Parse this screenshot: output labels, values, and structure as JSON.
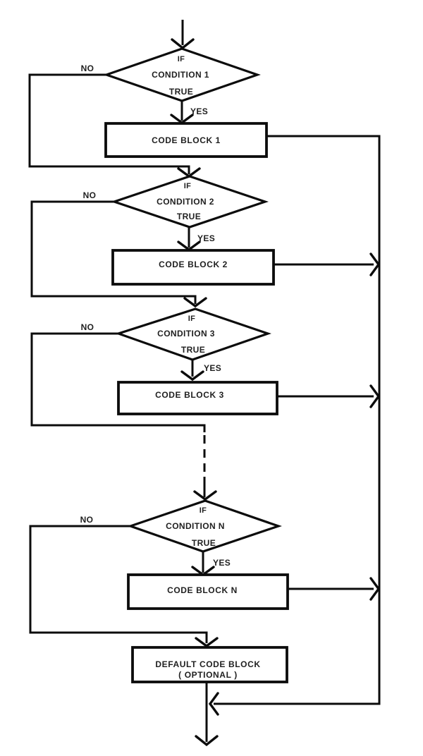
{
  "diagram_type": "if-else-if ladder flowchart",
  "sections": [
    {
      "no": "NO",
      "if_label": "IF",
      "condition": "CONDITION 1",
      "true_label": "TRUE",
      "yes": "YES",
      "block": "CODE BLOCK 1"
    },
    {
      "no": "NO",
      "if_label": "IF",
      "condition": "CONDITION 2",
      "true_label": "TRUE",
      "yes": "YES",
      "block": "CODE BLOCK 2"
    },
    {
      "no": "NO",
      "if_label": "IF",
      "condition": "CONDITION 3",
      "true_label": "TRUE",
      "yes": "YES",
      "block": "CODE BLOCK 3"
    },
    {
      "no": "NO",
      "if_label": "IF",
      "condition": "CONDITION N",
      "true_label": "TRUE",
      "yes": "YES",
      "block": "CODE BLOCK N"
    }
  ],
  "default_block": {
    "line1": "DEFAULT CODE BLOCK",
    "line2": "( OPTIONAL )"
  },
  "colors": {
    "line": "#0c0c0c",
    "text": "#1f1f1f",
    "background": "#ffffff"
  }
}
